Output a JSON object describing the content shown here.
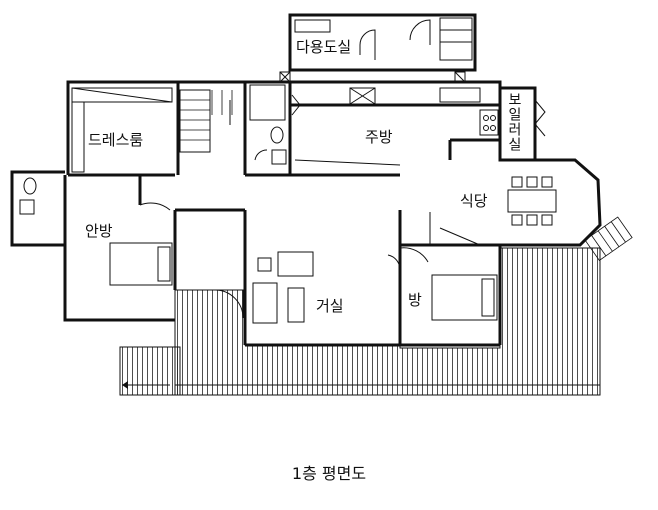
{
  "plan": {
    "caption": "1층 평면도",
    "rooms": {
      "utility": "다용도실",
      "dressroom": "드레스룸",
      "kitchen": "주방",
      "boiler": "보일러실",
      "dining": "식당",
      "master": "안방",
      "living": "거실",
      "room": "방"
    }
  }
}
